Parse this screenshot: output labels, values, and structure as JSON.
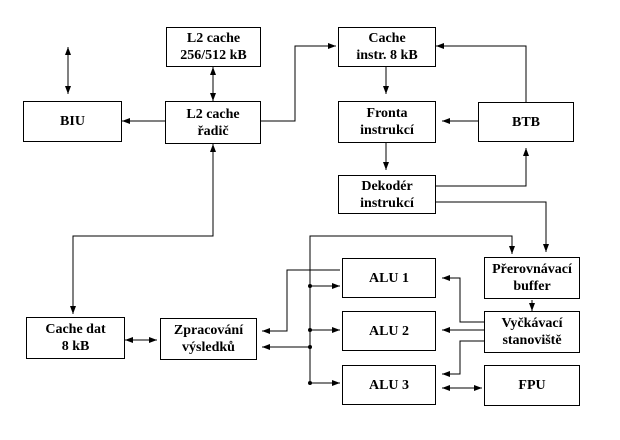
{
  "colors": {
    "line": "#000000",
    "box_border": "#000000",
    "background": "#ffffff",
    "text": "#000000"
  },
  "blocks": {
    "biu": {
      "lines": [
        "BIU"
      ]
    },
    "l2_cache": {
      "lines": [
        "L2 cache",
        "256/512 kB"
      ]
    },
    "l2_controller": {
      "lines": [
        "L2 cache",
        "řadič"
      ]
    },
    "instr_cache": {
      "lines": [
        "Cache",
        "instr.  8 kB"
      ]
    },
    "instr_queue": {
      "lines": [
        "Fronta",
        "instrukcí"
      ]
    },
    "btb": {
      "lines": [
        "BTB"
      ]
    },
    "decoder": {
      "lines": [
        "Dekodér",
        "instrukcí"
      ]
    },
    "reorder_buffer": {
      "lines": [
        "Přerovnávací",
        "buffer"
      ]
    },
    "alu1": {
      "lines": [
        "ALU 1"
      ]
    },
    "alu2": {
      "lines": [
        "ALU 2"
      ]
    },
    "alu3": {
      "lines": [
        "ALU 3"
      ]
    },
    "reservation_stations": {
      "lines": [
        "Vyčkávací",
        "stanoviště"
      ]
    },
    "fpu": {
      "lines": [
        "FPU"
      ]
    },
    "data_cache": {
      "lines": [
        "Cache dat",
        "8 kB"
      ]
    },
    "result_processing": {
      "lines": [
        "Zpracování",
        "výsledků"
      ]
    }
  }
}
